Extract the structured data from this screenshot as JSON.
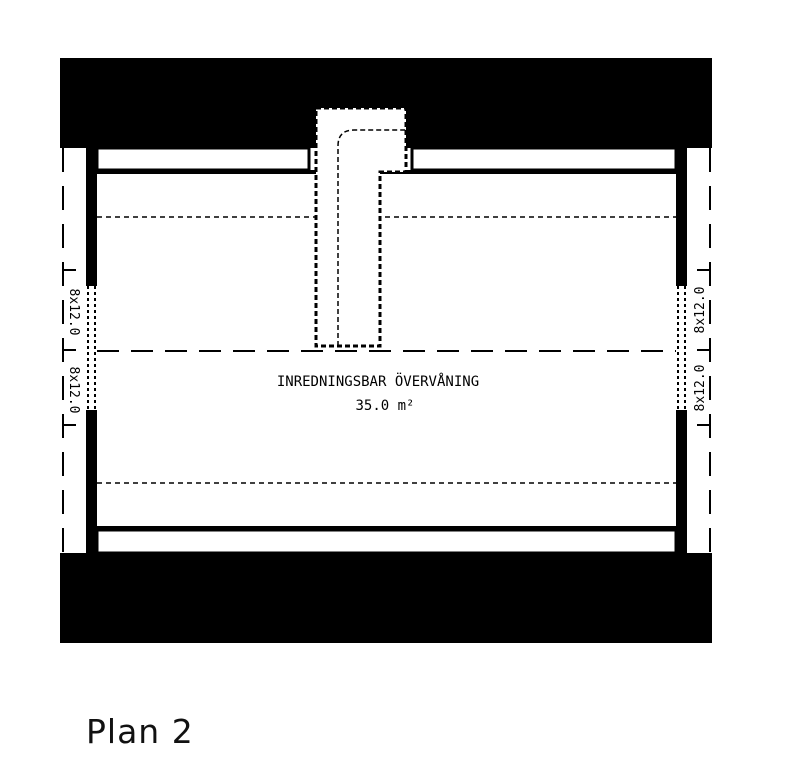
{
  "room": {
    "name": "INREDNINGSBAR ÖVERVÅNING",
    "area": "35.0 m²"
  },
  "windows": {
    "left_upper": "8x12.0",
    "left_lower": "8x12.0",
    "right_upper": "8x12.0",
    "right_lower": "8x12.0"
  },
  "caption": "Plan 2",
  "colors": {
    "ink": "#000000",
    "paper": "#ffffff"
  }
}
